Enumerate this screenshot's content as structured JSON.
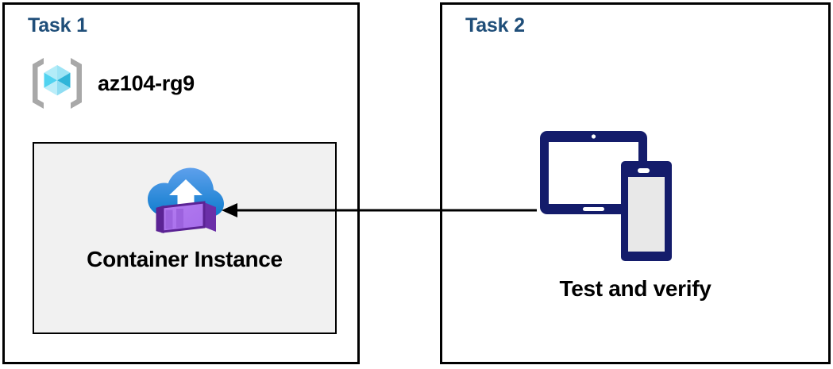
{
  "diagram": {
    "title_color": "#1F4E79",
    "panels": [
      {
        "id": "task1",
        "title": "Task 1",
        "resource_group": {
          "icon": "azure-resource-group-icon",
          "label": "az104-rg9"
        },
        "resource_card": {
          "icon": "azure-container-instance-icon",
          "label": "Container Instance",
          "background": "#F1F1F1"
        }
      },
      {
        "id": "task2",
        "title": "Task 2",
        "device": {
          "icon": "tablet-and-phone-icon",
          "label": "Test and verify",
          "color": "#141C6B"
        }
      }
    ],
    "connector": {
      "name": "arrow-task2-to-container-instance",
      "direction": "right-to-left",
      "color": "#000000"
    }
  }
}
